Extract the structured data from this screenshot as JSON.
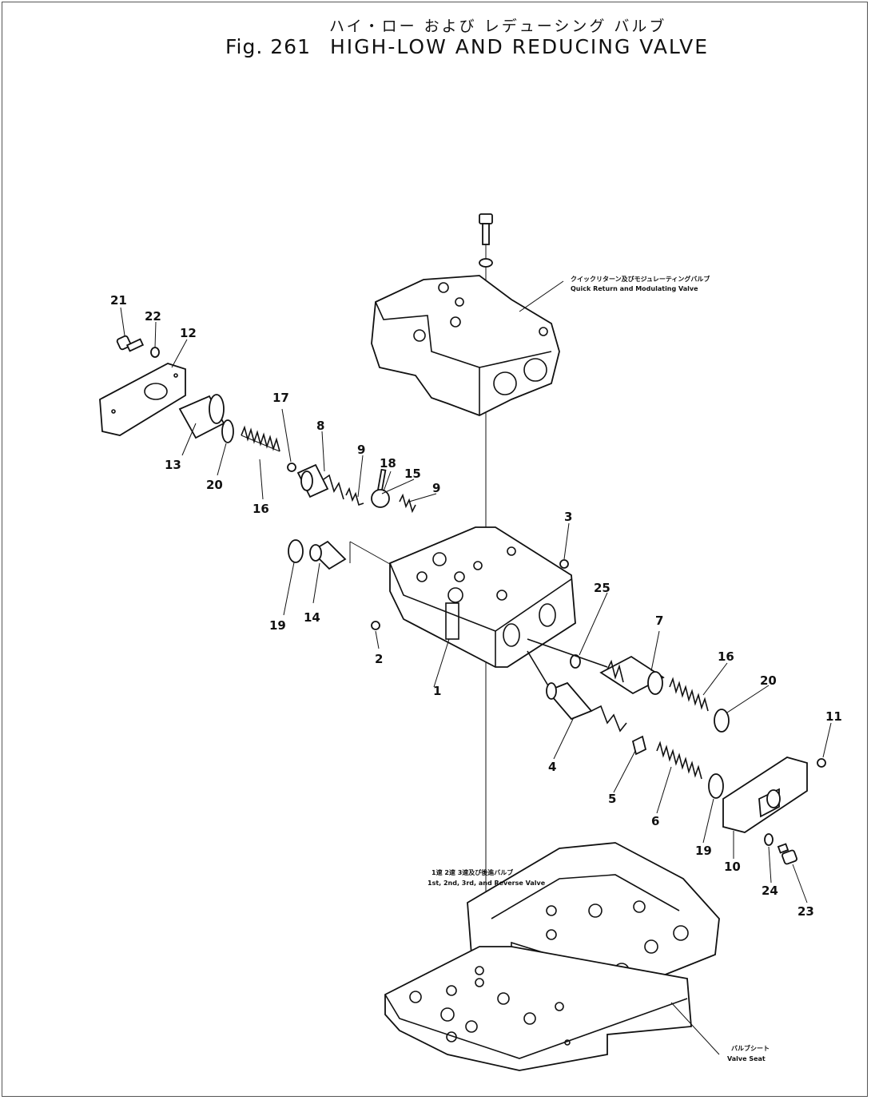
{
  "title": {
    "japanese": "ハイ・ロー および レデューシング バルブ",
    "fig": "Fig. 261",
    "main": "HIGH-LOW AND REDUCING VALVE"
  },
  "annotations": {
    "top_valve_jp": "クイックリターン及びモジュレーティングバルブ",
    "top_valve_en": "Quick Return and Modulating Valve",
    "mid_valve_jp": "1速 2速 3速及び後進バルブ",
    "mid_valve_en": "1st, 2nd, 3rd, and Reverse Valve",
    "seat_jp": "バルブシート",
    "seat_en": "Valve Seat"
  },
  "part_numbers": {
    "p1": "1",
    "p2": "2",
    "p3": "3",
    "p4": "4",
    "p5": "5",
    "p6": "6",
    "p7": "7",
    "p8": "8",
    "p9a": "9",
    "p9b": "9",
    "p10": "10",
    "p11": "11",
    "p12": "12",
    "p13": "13",
    "p14": "14",
    "p15": "15",
    "p16a": "16",
    "p16b": "16",
    "p17": "17",
    "p18": "18",
    "p19a": "19",
    "p19b": "19",
    "p20a": "20",
    "p20b": "20",
    "p21": "21",
    "p22": "22",
    "p23": "23",
    "p24": "24",
    "p25": "25"
  }
}
